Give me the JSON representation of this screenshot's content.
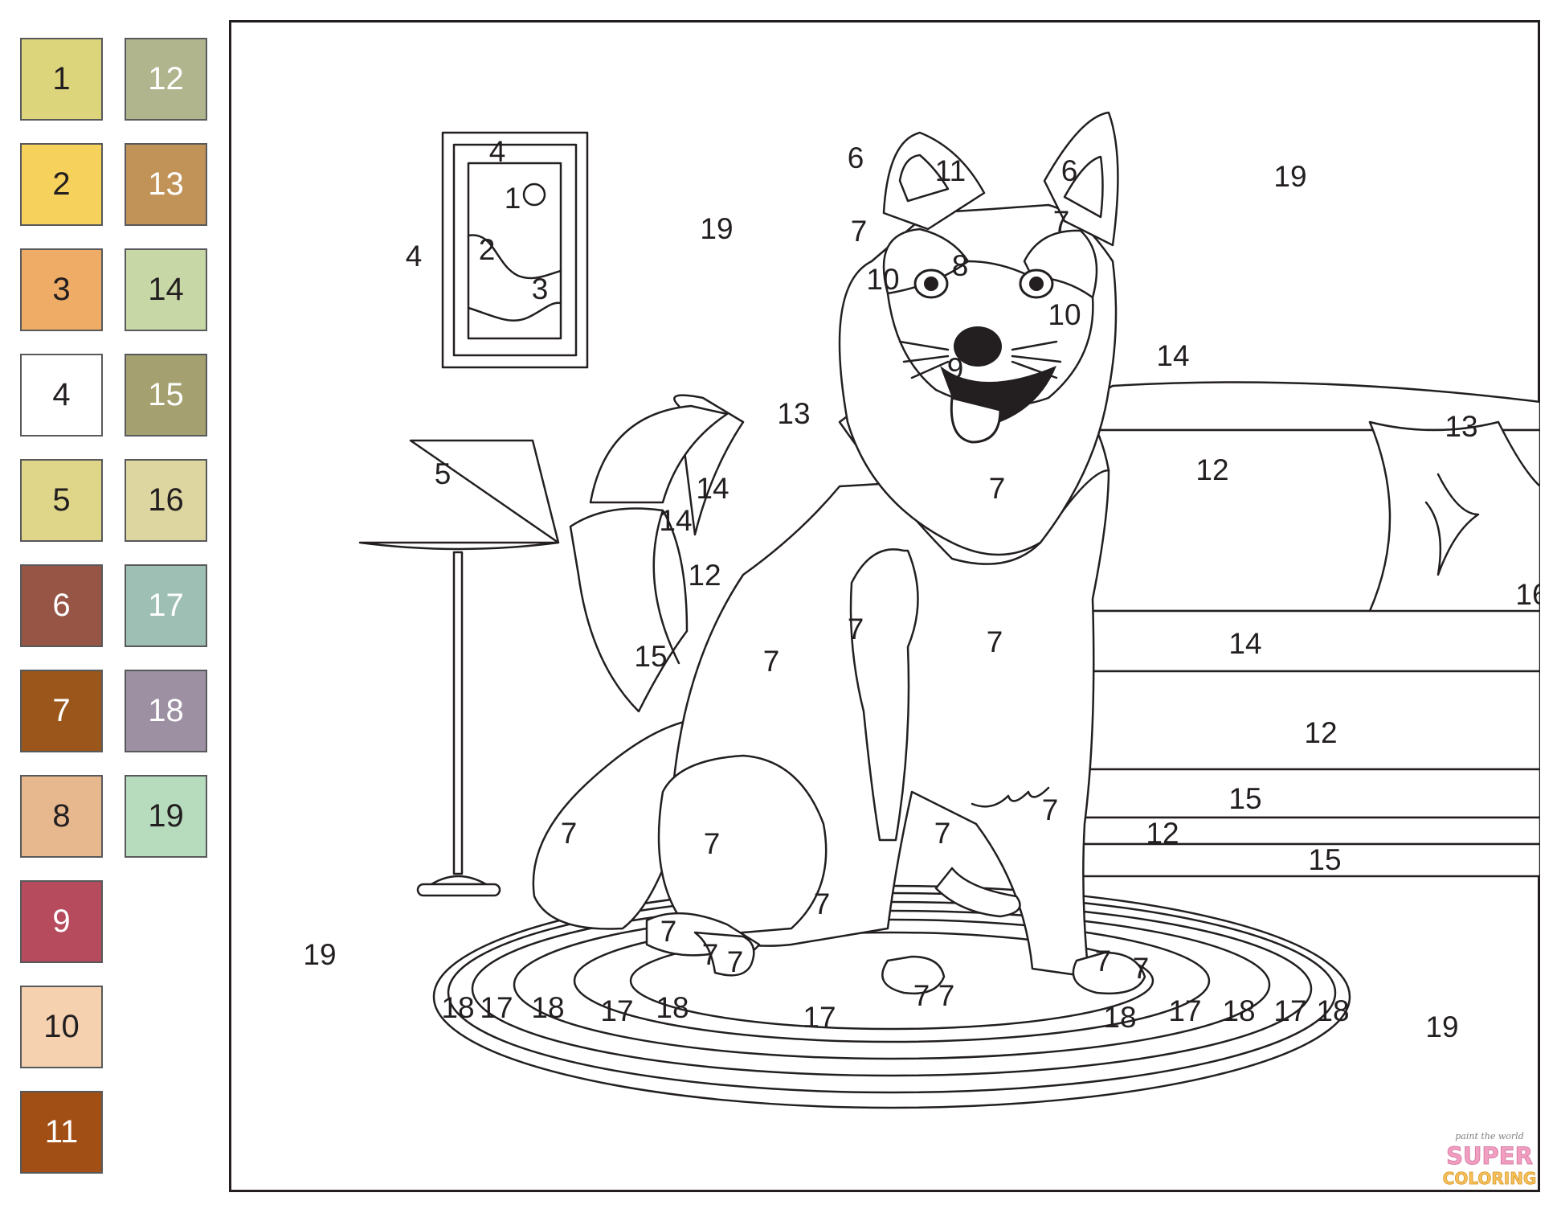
{
  "palette": {
    "colors": [
      {
        "number": "1",
        "hex": "#dcd57c"
      },
      {
        "number": "2",
        "hex": "#f6d15b"
      },
      {
        "number": "3",
        "hex": "#eeac66"
      },
      {
        "number": "4",
        "hex": "#ffffff"
      },
      {
        "number": "5",
        "hex": "#e0d68a"
      },
      {
        "number": "6",
        "hex": "#975546"
      },
      {
        "number": "7",
        "hex": "#9b571b"
      },
      {
        "number": "8",
        "hex": "#e7b88e"
      },
      {
        "number": "9",
        "hex": "#b64b5e"
      },
      {
        "number": "10",
        "hex": "#f5d1b0"
      },
      {
        "number": "11",
        "hex": "#a24f15"
      },
      {
        "number": "12",
        "hex": "#b0b58e"
      },
      {
        "number": "13",
        "hex": "#c29358"
      },
      {
        "number": "14",
        "hex": "#c7d8a6"
      },
      {
        "number": "15",
        "hex": "#a4a06f"
      },
      {
        "number": "16",
        "hex": "#ded6a0"
      },
      {
        "number": "17",
        "hex": "#9ebfb4"
      },
      {
        "number": "18",
        "hex": "#9d90a3"
      },
      {
        "number": "19",
        "hex": "#b7dbbd"
      }
    ]
  },
  "picture": {
    "region_numbers": {
      "frame_top": "4",
      "frame_left": "4",
      "painting_sky": "1",
      "painting_hill": "2",
      "painting_ground": "3",
      "lamp_shade": "5",
      "wall_left": "19",
      "wall_right_top": "19",
      "floor_left": "19",
      "floor_right": "19",
      "ear_left": "6",
      "ear_right": "6",
      "forehead": "11",
      "eye_patch_left": "7",
      "eye_patch_right": "7",
      "muzzle": "8",
      "cheek_left": "10",
      "cheek_right": "10",
      "tongue": "9",
      "sofa_back_top": "14",
      "sofa_back": "12",
      "cushion_right": "13",
      "cushion_left": "13",
      "sofa_edge": "16",
      "seat_top": "14",
      "seat_front": "12",
      "stripe_1": "15",
      "stripe_2": "12",
      "stripe_3": "15",
      "arm_top_1": "14",
      "arm_top_2": "14",
      "arm_face": "12",
      "arm_side": "15",
      "chest": "7",
      "body_center": "7",
      "leg_upper": "7",
      "body_left": "7",
      "tail": "7",
      "haunch": "7",
      "hind_lower": "7",
      "belly": "7",
      "leg_right": "7",
      "hind_paw": "7",
      "hind_toe_1": "7",
      "hind_toe_2": "7",
      "front_toe_1": "7",
      "front_toe_2": "7",
      "right_paw_1": "7",
      "right_paw_2": "7",
      "rug_r1": "18",
      "rug_r2": "17",
      "rug_r3": "18",
      "rug_r4": "17",
      "rug_r5": "18",
      "rug_center": "17",
      "rug_r6": "18",
      "rug_r7": "17",
      "rug_r8": "18",
      "rug_r9": "17",
      "rug_r10": "18"
    }
  },
  "logo": {
    "line1": "paint the world",
    "line2": "SUPER",
    "line3": "COLORING"
  }
}
